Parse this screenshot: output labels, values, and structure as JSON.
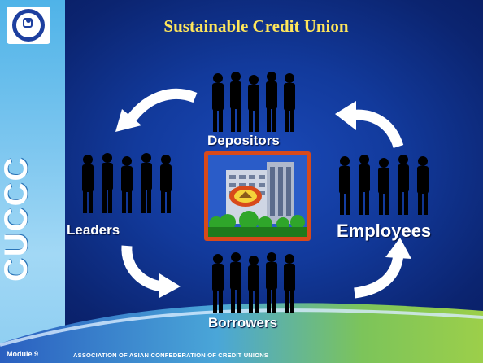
{
  "title": "Sustainable Credit Union",
  "side_text": "CUCCC",
  "module_label": "Module 9",
  "footer_text": "ASSOCIATION OF ASIAN CONFEDERATION OF CREDIT UNIONS",
  "groups": {
    "depositors": "Depositors",
    "leaders": "Leaders",
    "employees": "Employees",
    "borrowers": "Borrowers"
  },
  "icons": [
    "logo-icon",
    "people-group-icon",
    "building-icon",
    "circular-arrow-icon"
  ],
  "colors": {
    "title": "#ffe65a",
    "background": "#123a9c",
    "side_bar": "#7cc6ef",
    "building_frame": "#d84a1a"
  }
}
